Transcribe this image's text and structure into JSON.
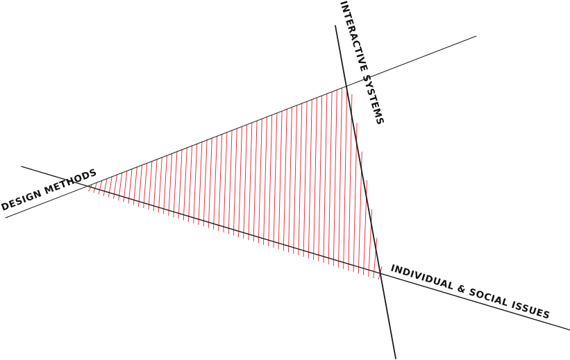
{
  "labels": {
    "design_methods": "DESIGN METHODS",
    "interactive_systems": "INTERACTIVE SYSTEMS",
    "individual_social": "INDIVIDUAL & SOCIAL ISSUES"
  },
  "colors": {
    "line": "#1a1a1a",
    "hatch": "#e8202a",
    "background": "#ffffff"
  }
}
